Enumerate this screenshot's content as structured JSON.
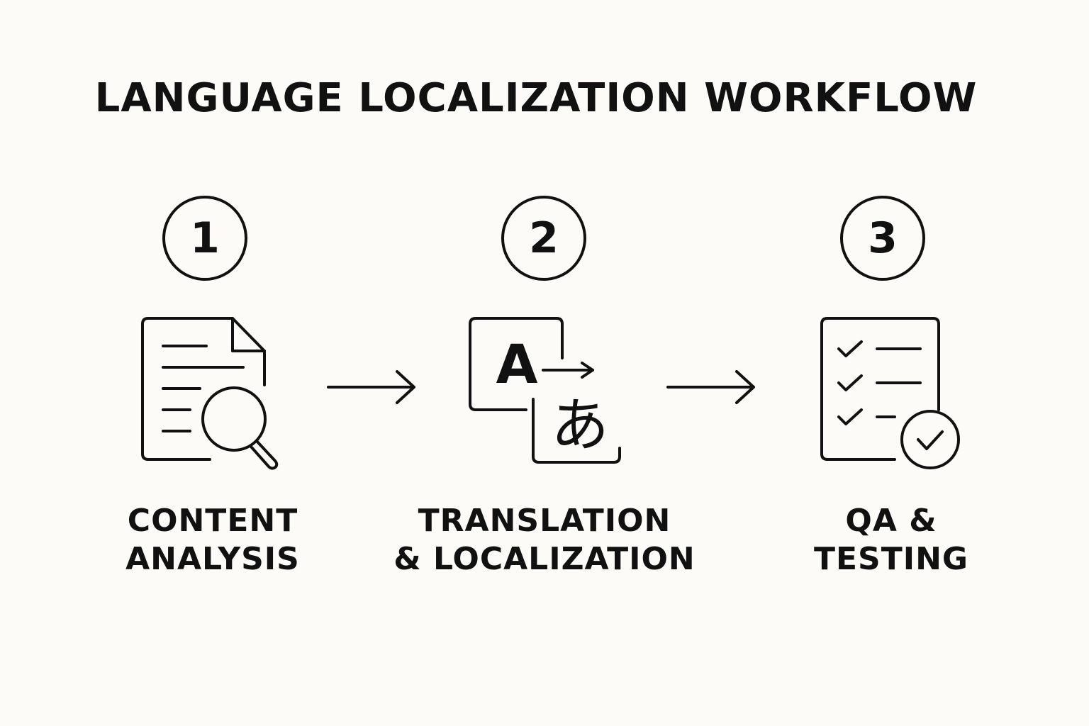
{
  "title": "LANGUAGE LOCALIZATION WORKFLOW",
  "steps": [
    {
      "number": "1",
      "icon": "document-search-icon",
      "label_line1": "CONTENT",
      "label_line2": "ANALYSIS"
    },
    {
      "number": "2",
      "icon": "translate-icon",
      "icon_text_latin": "A",
      "icon_text_kana": "あ",
      "label_line1": "TRANSLATION",
      "label_line2": "& LOCALIZATION"
    },
    {
      "number": "3",
      "icon": "checklist-check-icon",
      "label_line1": "QA &",
      "label_line2": "TESTING"
    }
  ],
  "connectors": [
    "arrow-right-icon",
    "arrow-right-icon"
  ],
  "colors": {
    "background": "#fcfbf7",
    "ink": "#111111"
  }
}
